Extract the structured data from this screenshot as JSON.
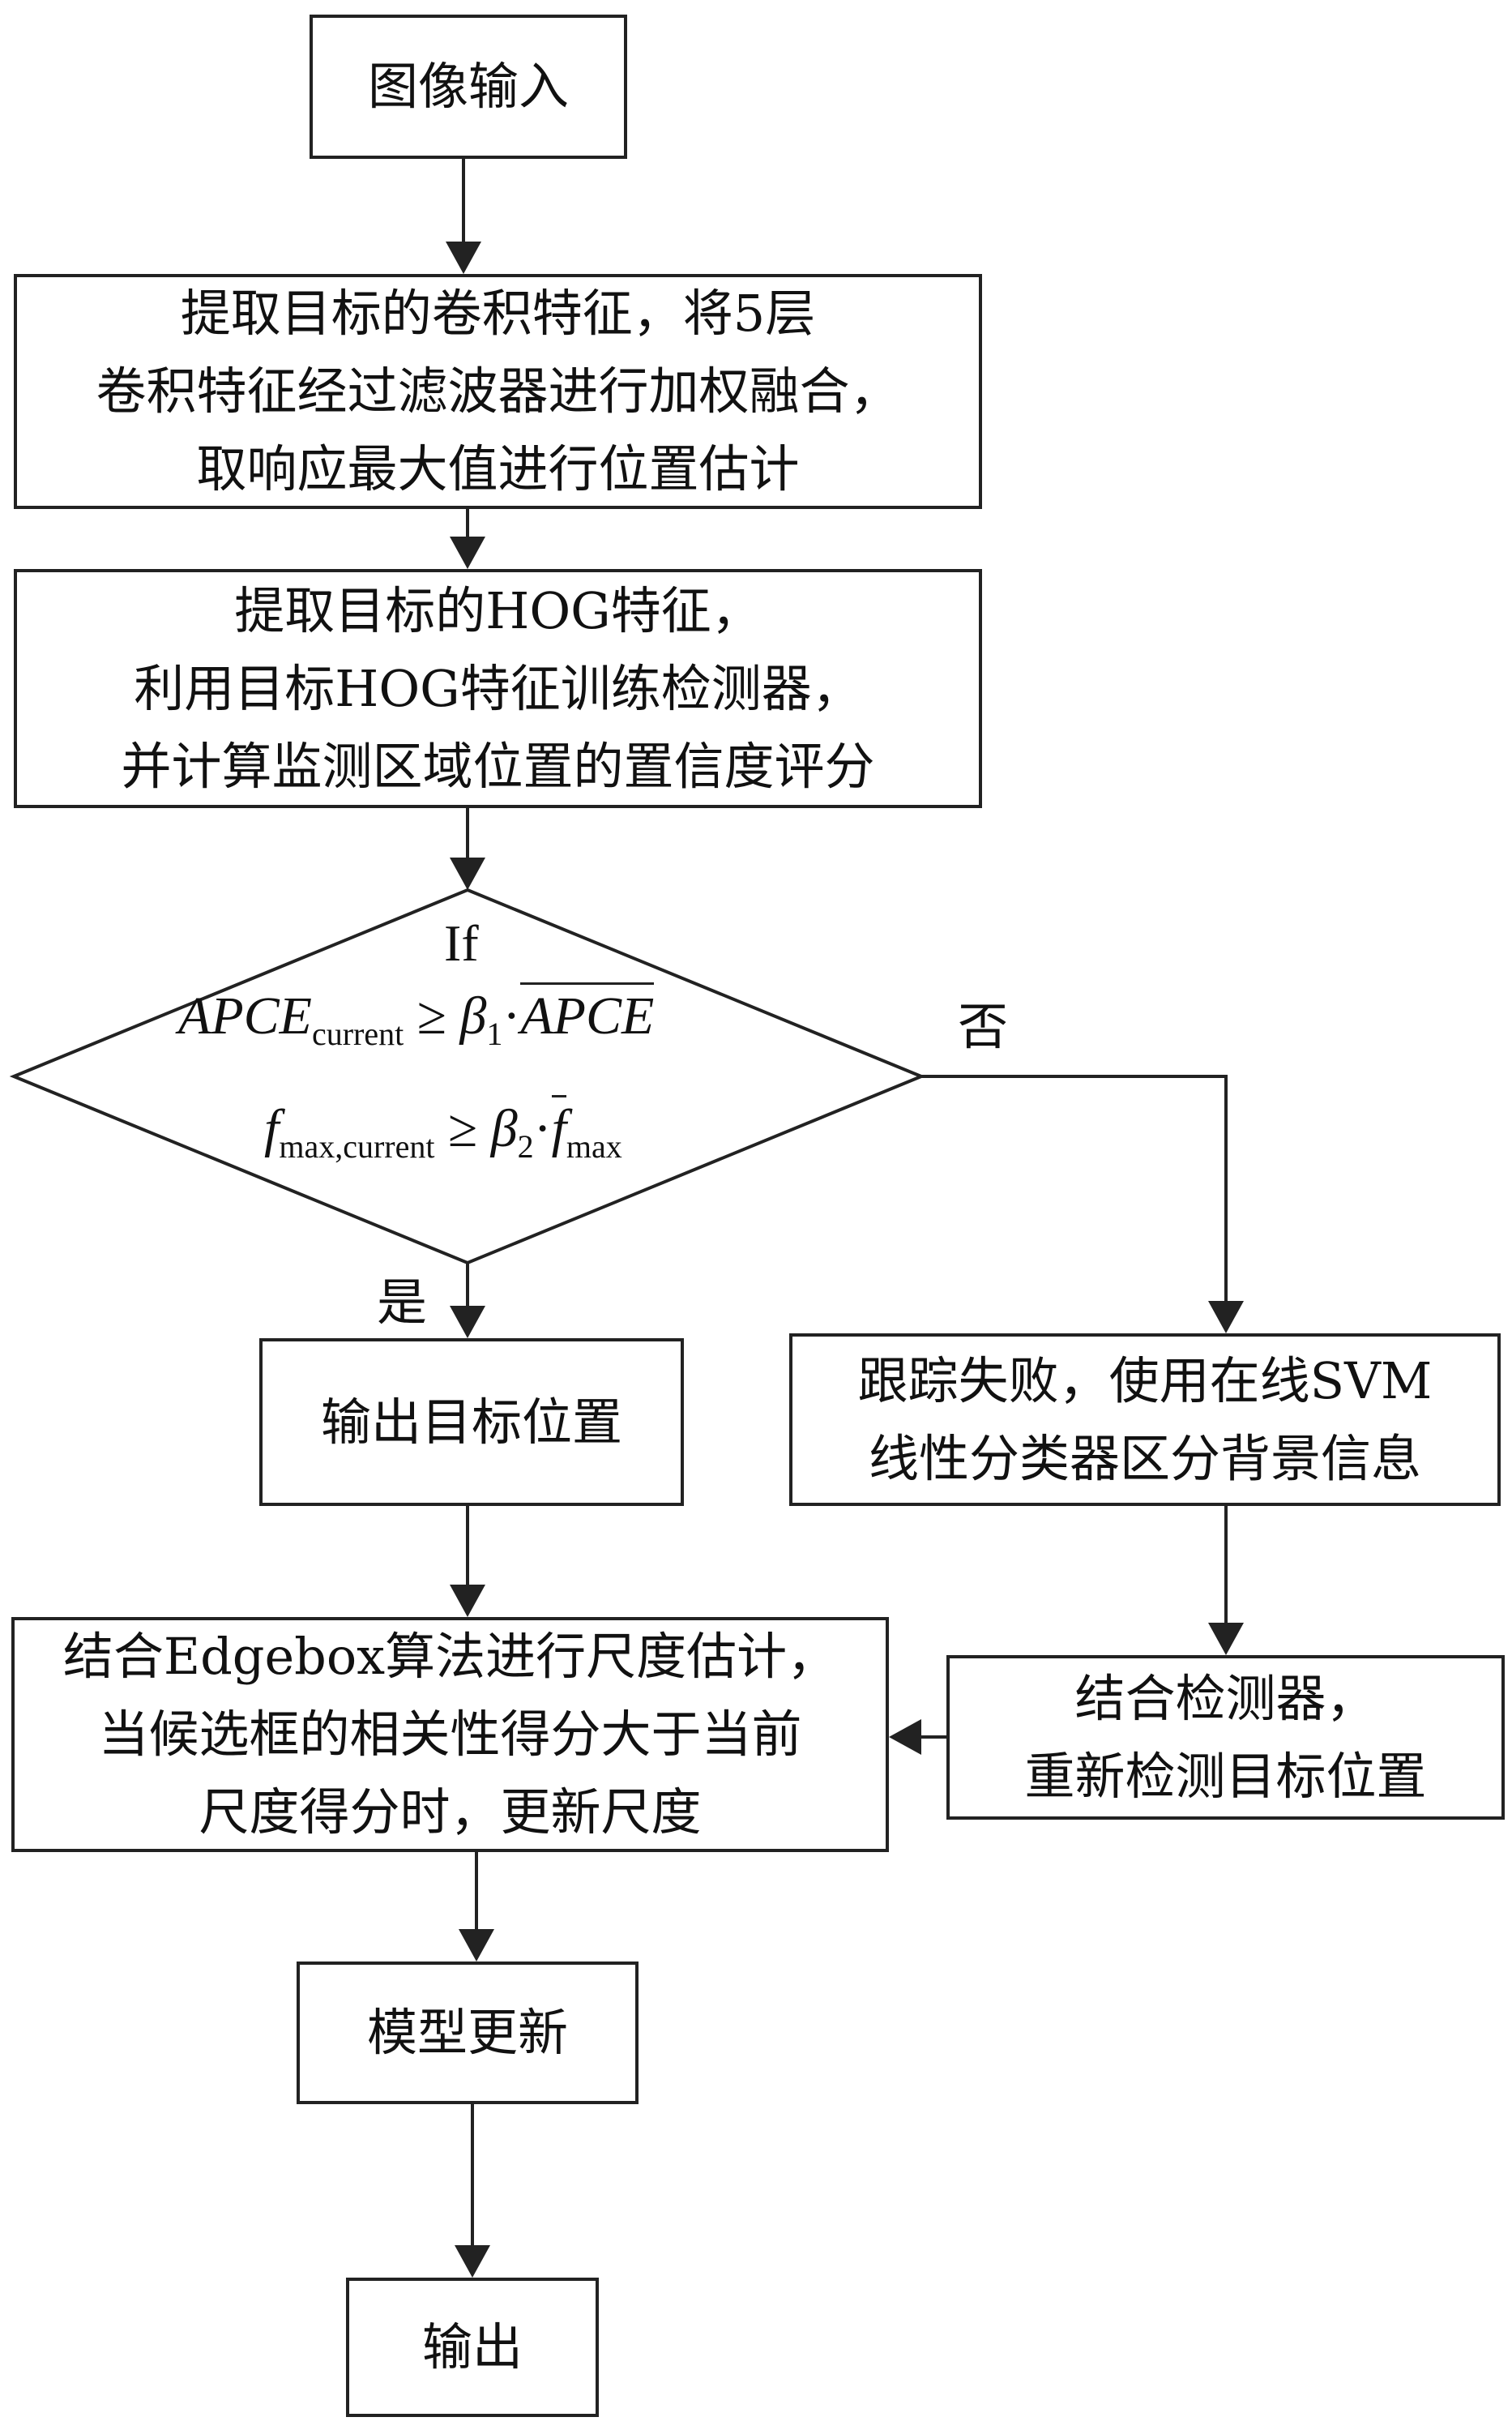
{
  "nodes": {
    "input": {
      "lines": [
        "图像输入"
      ]
    },
    "conv": {
      "lines": [
        "提取目标的卷积特征，将5层",
        "卷积特征经过滤波器进行加权融合，",
        "取响应最大值进行位置估计"
      ]
    },
    "hog": {
      "lines": [
        "提取目标的HOG特征，",
        "利用目标HOG特征训练检测器，",
        "并计算监测区域位置的置信度评分"
      ]
    },
    "decision": {
      "title": "If",
      "cond1": {
        "lhs": "APCE",
        "lhs_sub": "current",
        "op": "≥",
        "beta": "β",
        "beta_sub": "1",
        "dot": "·",
        "rhs": "APCE"
      },
      "cond2": {
        "lhs": "f",
        "lhs_sub": "max,current",
        "op": "≥",
        "beta": "β",
        "beta_sub": "2",
        "dot": "·",
        "rhs": "f",
        "rhs_sub": "max"
      }
    },
    "output_pos": {
      "lines": [
        "输出目标位置"
      ]
    },
    "fail": {
      "lines": [
        "跟踪失败，使用在线SVM",
        "线性分类器区分背景信息"
      ]
    },
    "redetect": {
      "lines": [
        "结合检测器，",
        "重新检测目标位置"
      ]
    },
    "scale": {
      "lines": [
        "结合Edgebox算法进行尺度估计，",
        "当候选框的相关性得分大于当前",
        "尺度得分时，更新尺度"
      ]
    },
    "update": {
      "lines": [
        "模型更新"
      ]
    },
    "output": {
      "lines": [
        "输出"
      ]
    }
  },
  "edge_labels": {
    "yes": "是",
    "no": "否"
  },
  "colors": {
    "stroke": "#222222",
    "background": "#ffffff"
  }
}
